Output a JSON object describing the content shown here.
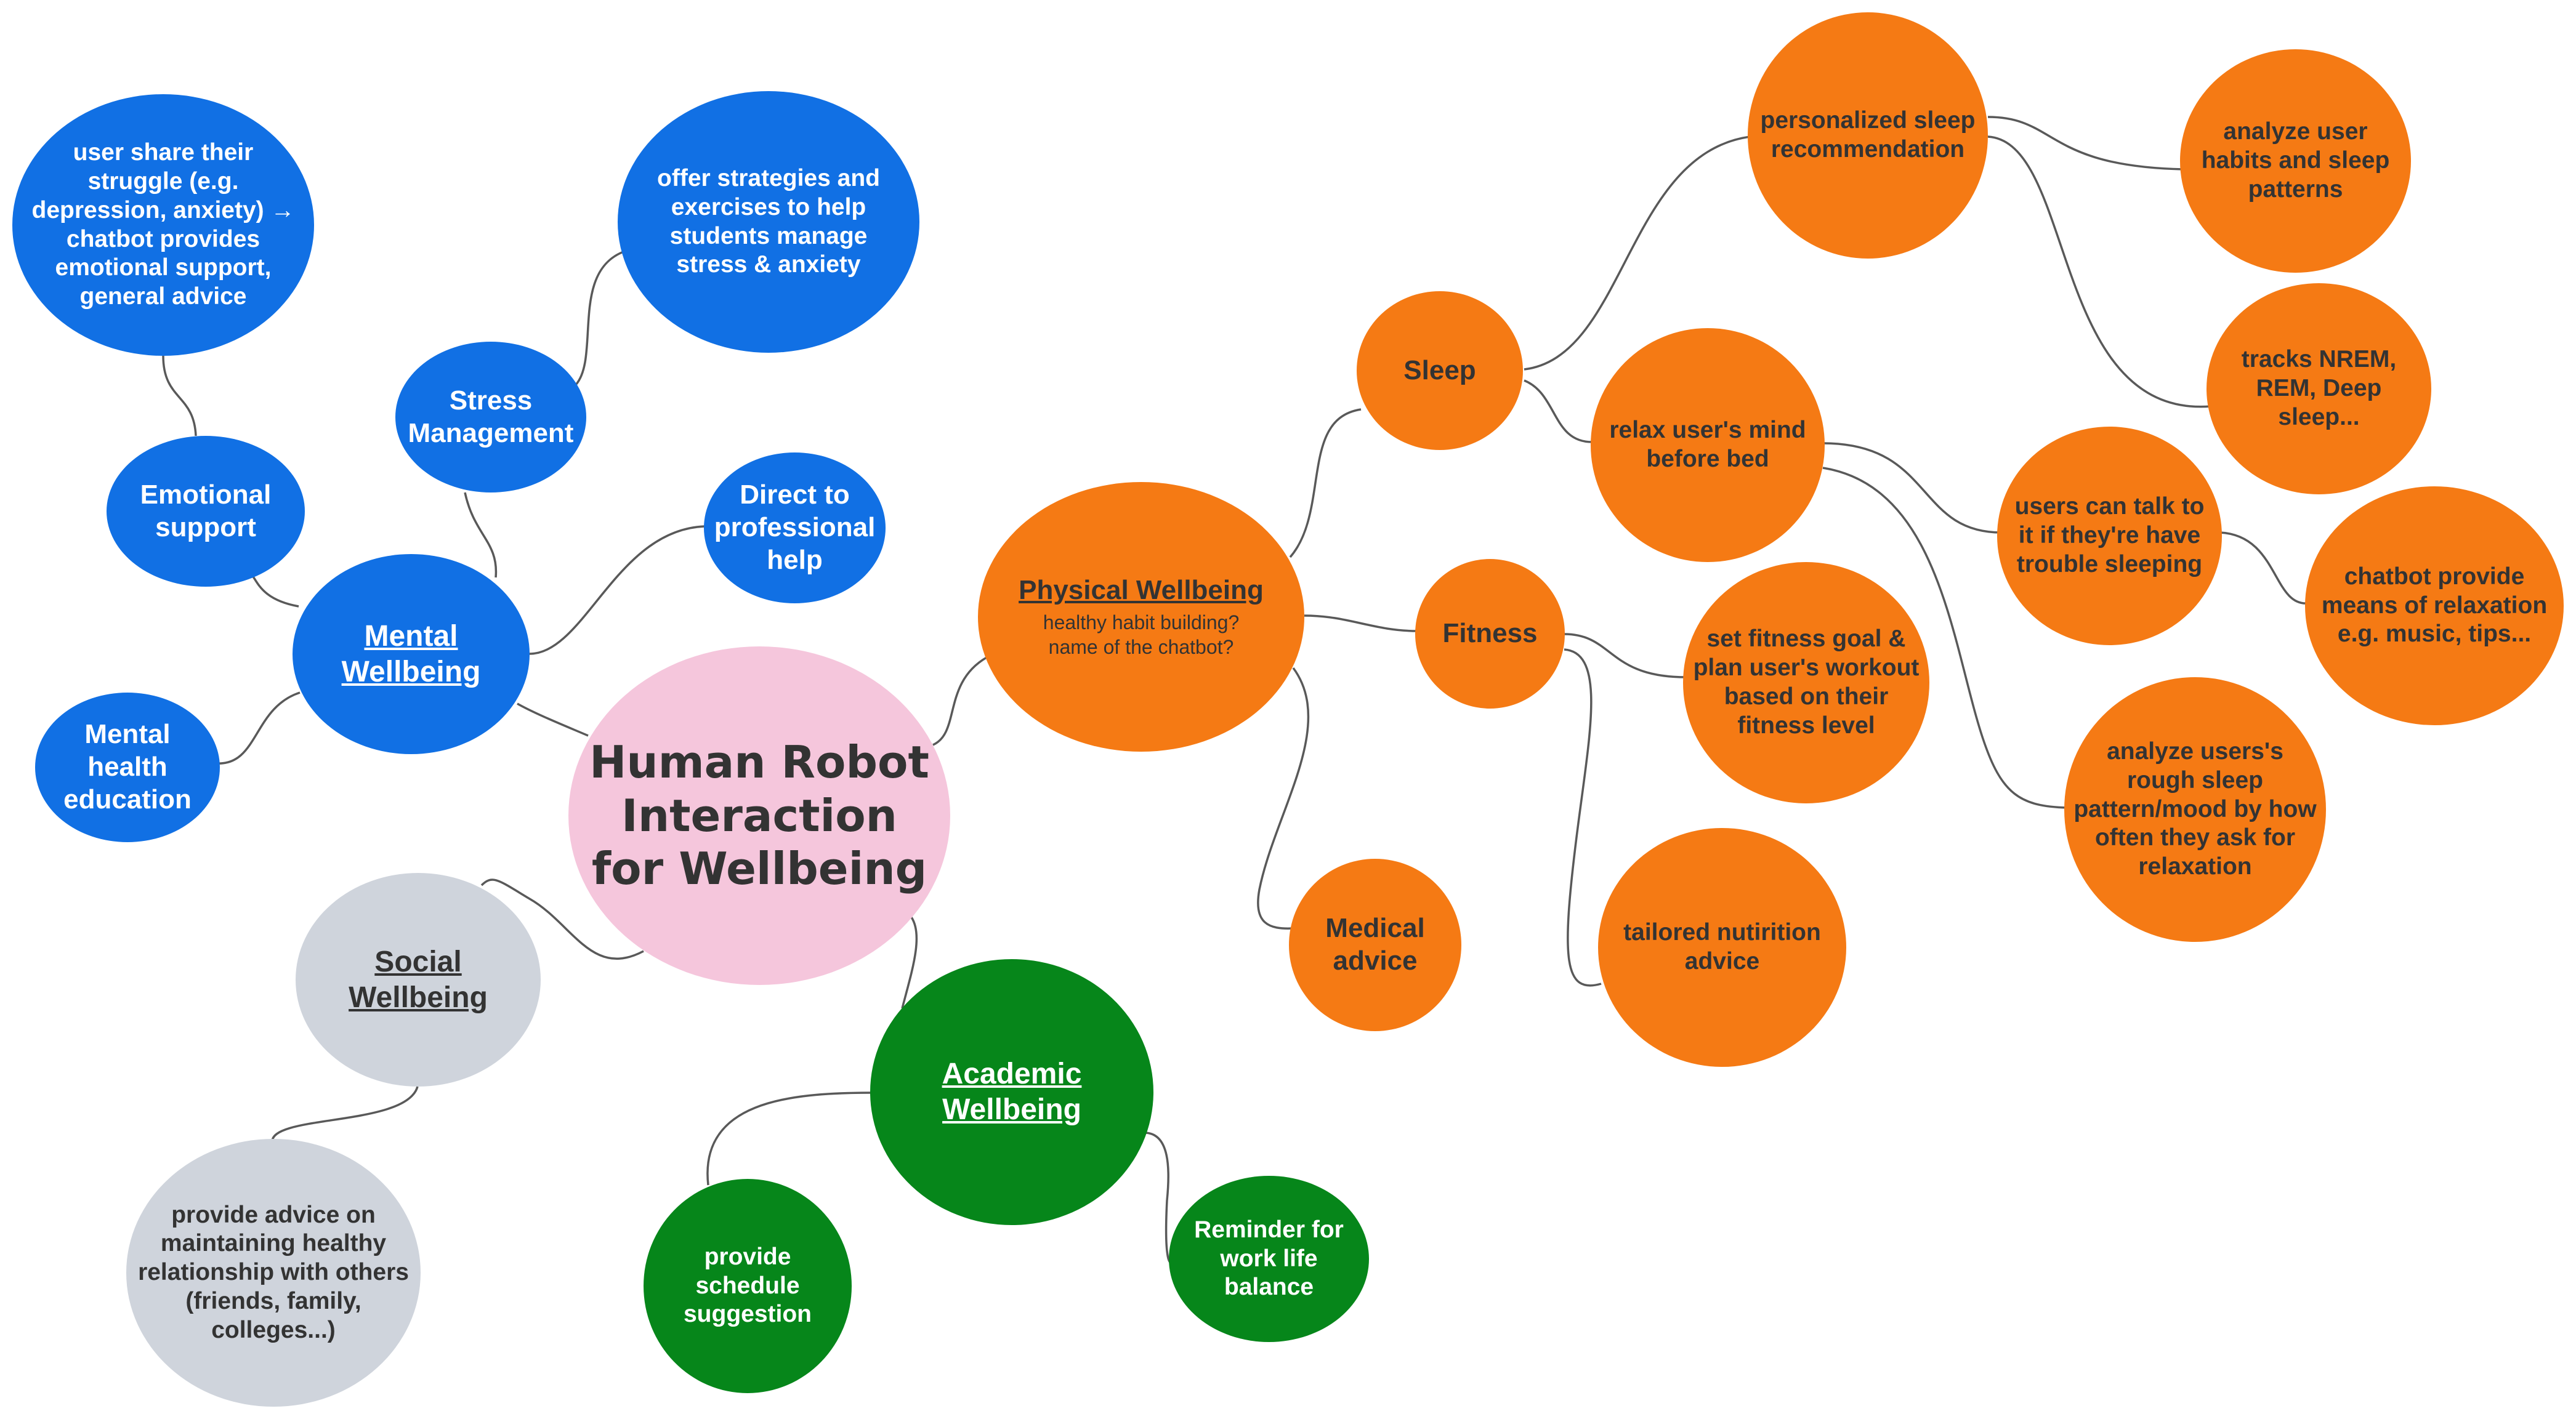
{
  "title": "Human Robot Interaction for Wellbeing",
  "colors": {
    "mental": "#1170e4",
    "physical": "#f57a14",
    "academic": "#06861a",
    "social": "#cfd4dc",
    "center": "#f5c6dc",
    "link": "#595959"
  },
  "nodes": {
    "center": {
      "label": "Human Robot Interaction for Wellbeing"
    },
    "mental": {
      "label": "Mental Wellbeing"
    },
    "emotional": {
      "label": "Emotional support"
    },
    "stress": {
      "label": "Stress Management"
    },
    "direct": {
      "label": "Direct to professional help"
    },
    "education": {
      "label": "Mental health education"
    },
    "userShare": {
      "label": "user share their struggle (e.g. depression, anxiety) → chatbot provides emotional support, general advice"
    },
    "strategies": {
      "label": "offer strategies and exercises to help students manage stress & anxiety"
    },
    "physical": {
      "label": "Physical Wellbeing",
      "sub": "healthy habit building? name of the chatbot?"
    },
    "sleep": {
      "label": "Sleep"
    },
    "fitness": {
      "label": "Fitness"
    },
    "medical": {
      "label": "Medical advice"
    },
    "personalized": {
      "label": "personalized sleep recommendation"
    },
    "relax": {
      "label": "relax user's mind before bed"
    },
    "analyzeHabits": {
      "label": "analyze user habits and sleep patterns"
    },
    "tracks": {
      "label": "tracks NREM, REM, Deep sleep..."
    },
    "talk": {
      "label": "users can talk to it if they're have trouble sleeping"
    },
    "relaxation": {
      "label": "chatbot provide means of relaxation e.g. music, tips..."
    },
    "analyzeRough": {
      "label": "analyze users's rough sleep pattern/mood by how often they ask for relaxation"
    },
    "fitnessGoal": {
      "label": "set fitness goal & plan user's workout based on their fitness level"
    },
    "nutrition": {
      "label": "tailored nutirition advice"
    },
    "academic": {
      "label": "Academic Wellbeing"
    },
    "schedule": {
      "label": "provide schedule suggestion"
    },
    "reminder": {
      "label": "Reminder for work life balance"
    },
    "social": {
      "label": "Social Wellbeing"
    },
    "relationship": {
      "label": "provide advice on maintaining healthy relationship with others (friends, family, colleges...)"
    }
  }
}
